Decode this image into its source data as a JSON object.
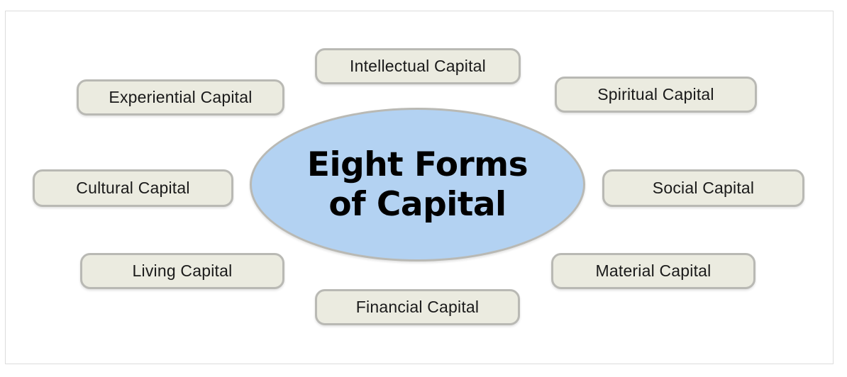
{
  "diagram": {
    "title": "Eight Forms of Capital",
    "type": "hub-and-spoke concept map",
    "frame": {
      "border_color": "#dcdcdc"
    },
    "center": {
      "label": "Eight Forms\nof Capital",
      "line1": "Eight Forms",
      "line2": "of Capital",
      "shape": "ellipse",
      "fill_color": "#b3d2f2",
      "border_color": "#b9b9b4",
      "text_color": "#000000"
    },
    "node_style": {
      "shape": "rounded-rectangle",
      "fill_color": "#ebebe0",
      "border_color": "#b9b9b4",
      "text_color": "#1a1a1a"
    },
    "nodes": [
      {
        "id": "experiential",
        "label": "Experiential Capital",
        "position": "top-left"
      },
      {
        "id": "intellectual",
        "label": "Intellectual Capital",
        "position": "top-center"
      },
      {
        "id": "spiritual",
        "label": "Spiritual Capital",
        "position": "top-right"
      },
      {
        "id": "cultural",
        "label": "Cultural Capital",
        "position": "middle-left"
      },
      {
        "id": "social",
        "label": "Social Capital",
        "position": "middle-right"
      },
      {
        "id": "living",
        "label": "Living Capital",
        "position": "bottom-left"
      },
      {
        "id": "material",
        "label": "Material Capital",
        "position": "bottom-right"
      },
      {
        "id": "financial",
        "label": "Financial Capital",
        "position": "bottom-center"
      }
    ]
  }
}
